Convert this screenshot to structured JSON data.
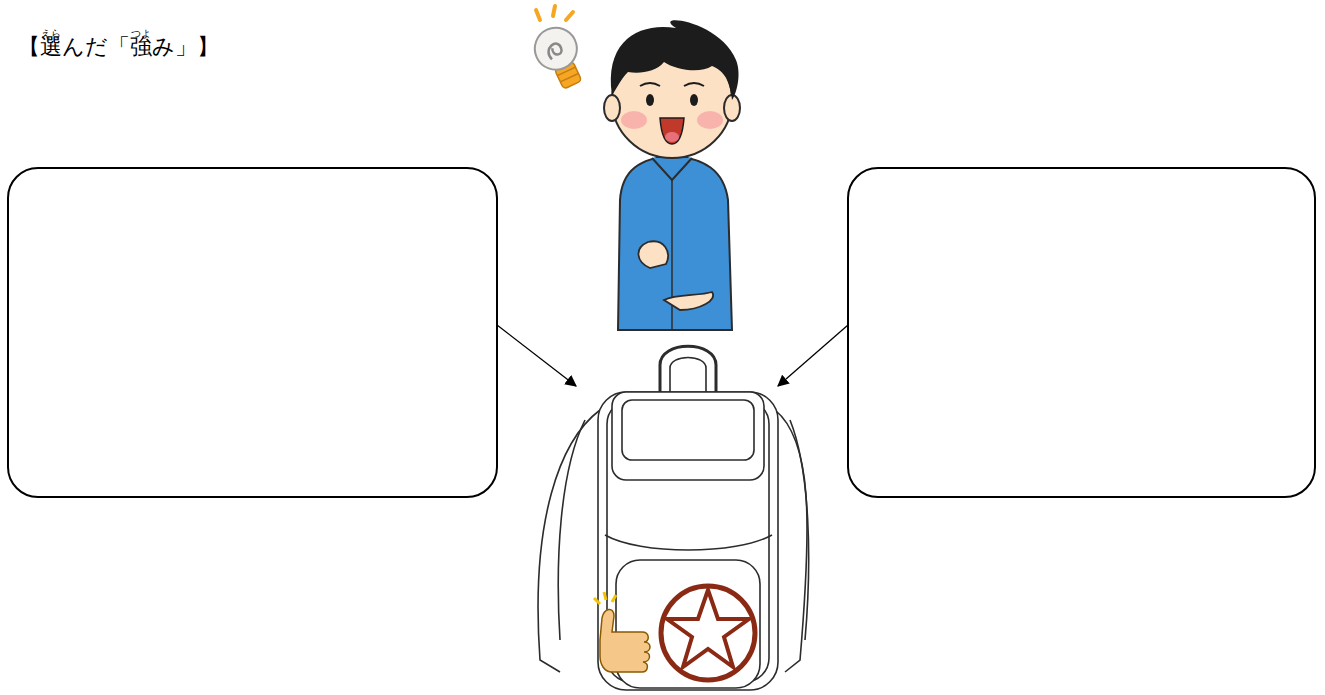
{
  "diagram": {
    "title": "【選んだ「強み」】",
    "labels": [
      "えら",
      "つよ"
    ]
  }
}
